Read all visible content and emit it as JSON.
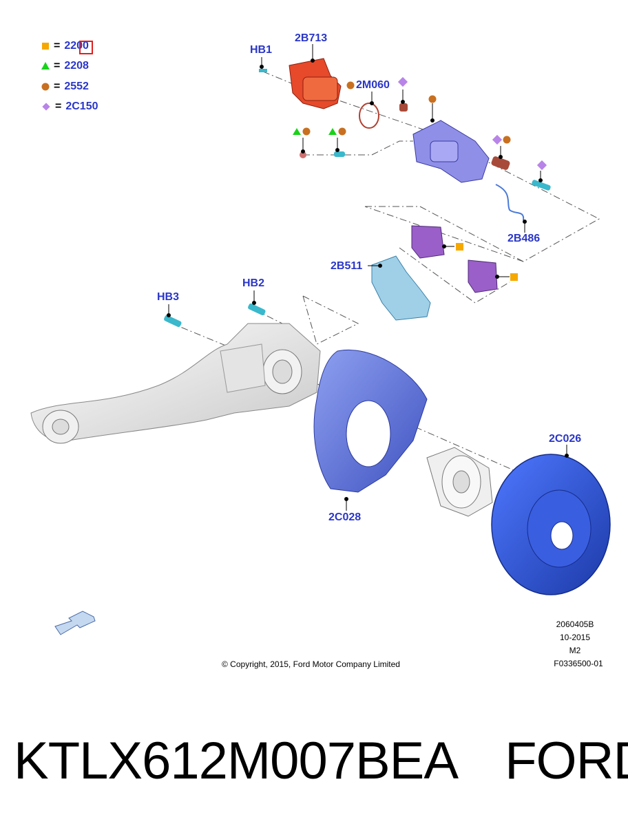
{
  "legend": [
    {
      "symbol": "square",
      "color": "#f5a800",
      "code": "2200"
    },
    {
      "symbol": "triangle",
      "color": "#19d219",
      "code": "2208"
    },
    {
      "symbol": "circle",
      "color": "#c87020",
      "code": "2552"
    },
    {
      "symbol": "diamond",
      "color": "#b884e8",
      "code": "2C150"
    }
  ],
  "legend_equals": "=",
  "callouts": {
    "hb1": "HB1",
    "p2b713": "2B713",
    "p2m060": "2M060",
    "p2b486": "2B486",
    "p2b511": "2B511",
    "hb2": "HB2",
    "hb3": "HB3",
    "p2c026": "2C026",
    "p2c028": "2C028"
  },
  "meta": {
    "code": "2060405B",
    "date": "10-2015",
    "rev": "M2",
    "ref": "F0336500-01"
  },
  "copyright": "© Copyright, 2015, Ford Motor Company Limited",
  "footer": {
    "part_number": "KTLX612M007BEA",
    "brand": "FORD"
  },
  "colors": {
    "label": "#2a36c8",
    "caliper": "#8f8fe8",
    "actuator": "#e05030",
    "pads": "#9a5fc8",
    "bracket": "#9fd0e8",
    "shield": "#5a6ed8",
    "rotor": "#2d4fd0",
    "knuckle": "#e6e6e6"
  },
  "icons": [
    "direction-arrow-icon",
    "square-symbol-icon",
    "triangle-symbol-icon",
    "circle-symbol-icon",
    "diamond-symbol-icon"
  ]
}
